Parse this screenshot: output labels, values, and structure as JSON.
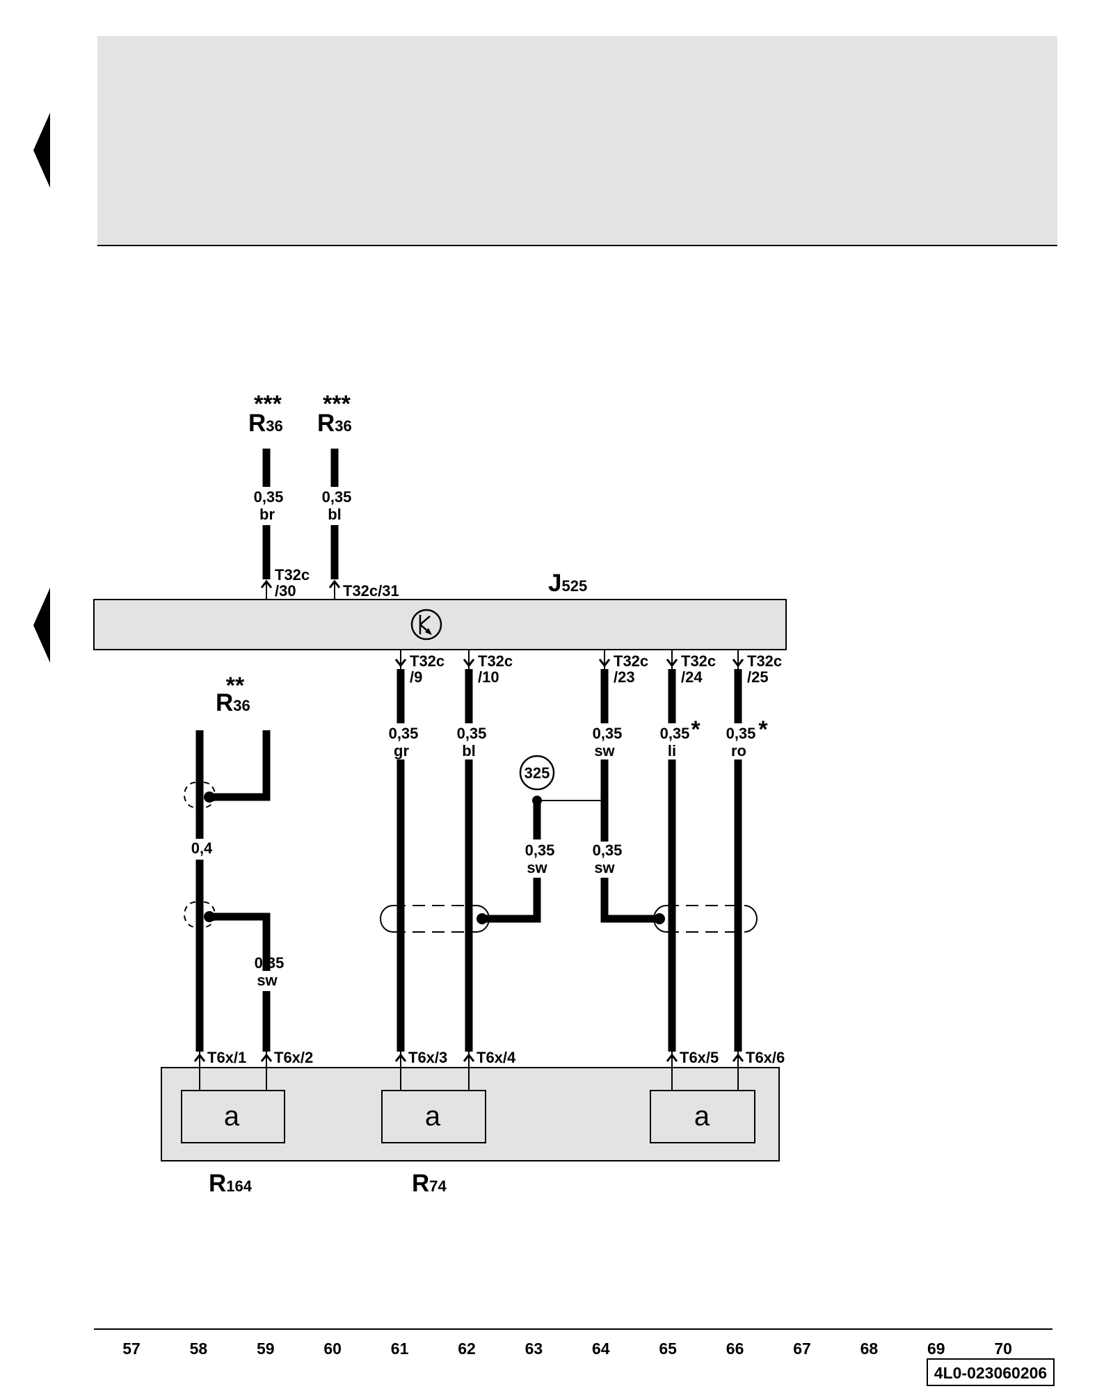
{
  "markers": {
    "r36_top_a": "***",
    "r36_top_b": "***",
    "r36_mid": "**",
    "wire_li": "*",
    "wire_ro": "*"
  },
  "components": {
    "r36_top_a": {
      "letter": "R",
      "sub": "36"
    },
    "r36_top_b": {
      "letter": "R",
      "sub": "36"
    },
    "r36_mid": {
      "letter": "R",
      "sub": "36"
    },
    "j525": {
      "letter": "J",
      "sub": "525"
    },
    "r164": {
      "letter": "R",
      "sub": "164"
    },
    "r74": {
      "letter": "R",
      "sub": "74"
    }
  },
  "connectors": {
    "t32c_30": [
      "T32c",
      "/30"
    ],
    "t32c_31": "T32c/31",
    "t32c_9": [
      "T32c",
      "/9"
    ],
    "t32c_10": [
      "T32c",
      "/10"
    ],
    "t32c_23": [
      "T32c",
      "/23"
    ],
    "t32c_24": [
      "T32c",
      "/24"
    ],
    "t32c_25": [
      "T32c",
      "/25"
    ],
    "t6x_1": "T6x/1",
    "t6x_2": "T6x/2",
    "t6x_3": "T6x/3",
    "t6x_4": "T6x/4",
    "t6x_5": "T6x/5",
    "t6x_6": "T6x/6"
  },
  "wires": {
    "w59_top": [
      "0,35",
      "br"
    ],
    "w60_top": [
      "0,35",
      "bl"
    ],
    "w61": [
      "0,35",
      "gr"
    ],
    "w62": [
      "0,35",
      "bl"
    ],
    "w64_top": [
      "0,35",
      "sw"
    ],
    "w65": [
      "0,35",
      "li"
    ],
    "w66": [
      "0,35",
      "ro"
    ],
    "w58_shield": [
      "0,4"
    ],
    "w59_bottom": [
      "0,35",
      "sw"
    ],
    "w63_lower": [
      "0,35",
      "sw"
    ],
    "w64_lower": [
      "0,35",
      "sw"
    ]
  },
  "ground_point": "325",
  "symbols": {
    "j525_symbol": "transistor-icon",
    "speaker": "a"
  },
  "axis_numbers": [
    "57",
    "58",
    "59",
    "60",
    "61",
    "62",
    "63",
    "64",
    "65",
    "66",
    "67",
    "68",
    "69",
    "70"
  ],
  "doc_code": "4L0-023060206"
}
